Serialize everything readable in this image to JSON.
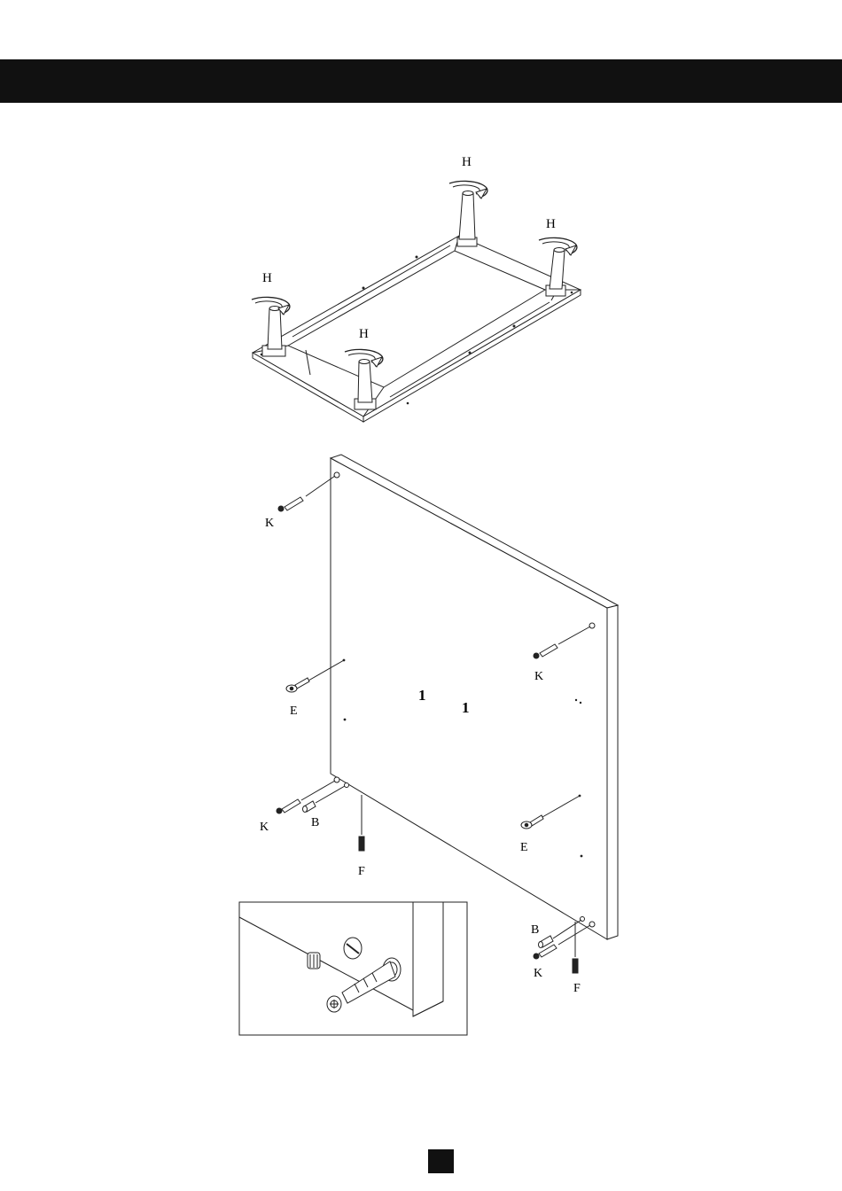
{
  "colors": {
    "header_bar": "#111111",
    "line": "#222222",
    "background": "#ffffff"
  },
  "legs": {
    "label": "H",
    "callouts": [
      {
        "label": "H"
      },
      {
        "label": "H"
      },
      {
        "label": "H"
      },
      {
        "label": "H"
      }
    ]
  },
  "panel": {
    "number_labels": [
      "1",
      "1"
    ],
    "fittings": {
      "k_top_left": "K",
      "k_mid_right": "K",
      "e_left": "E",
      "e_right": "E",
      "k_bottom_left": "K",
      "b_bottom_left": "B",
      "f_bottom_left": "F",
      "b_bottom_right": "B",
      "k_bottom_right": "K",
      "f_bottom_right": "F"
    }
  },
  "icons": {
    "rotate_arrow": "rotate-arrow-icon",
    "cam_bolt": "cam-bolt-icon",
    "cam_lock": "cam-lock-icon",
    "dowel": "dowel-icon"
  }
}
